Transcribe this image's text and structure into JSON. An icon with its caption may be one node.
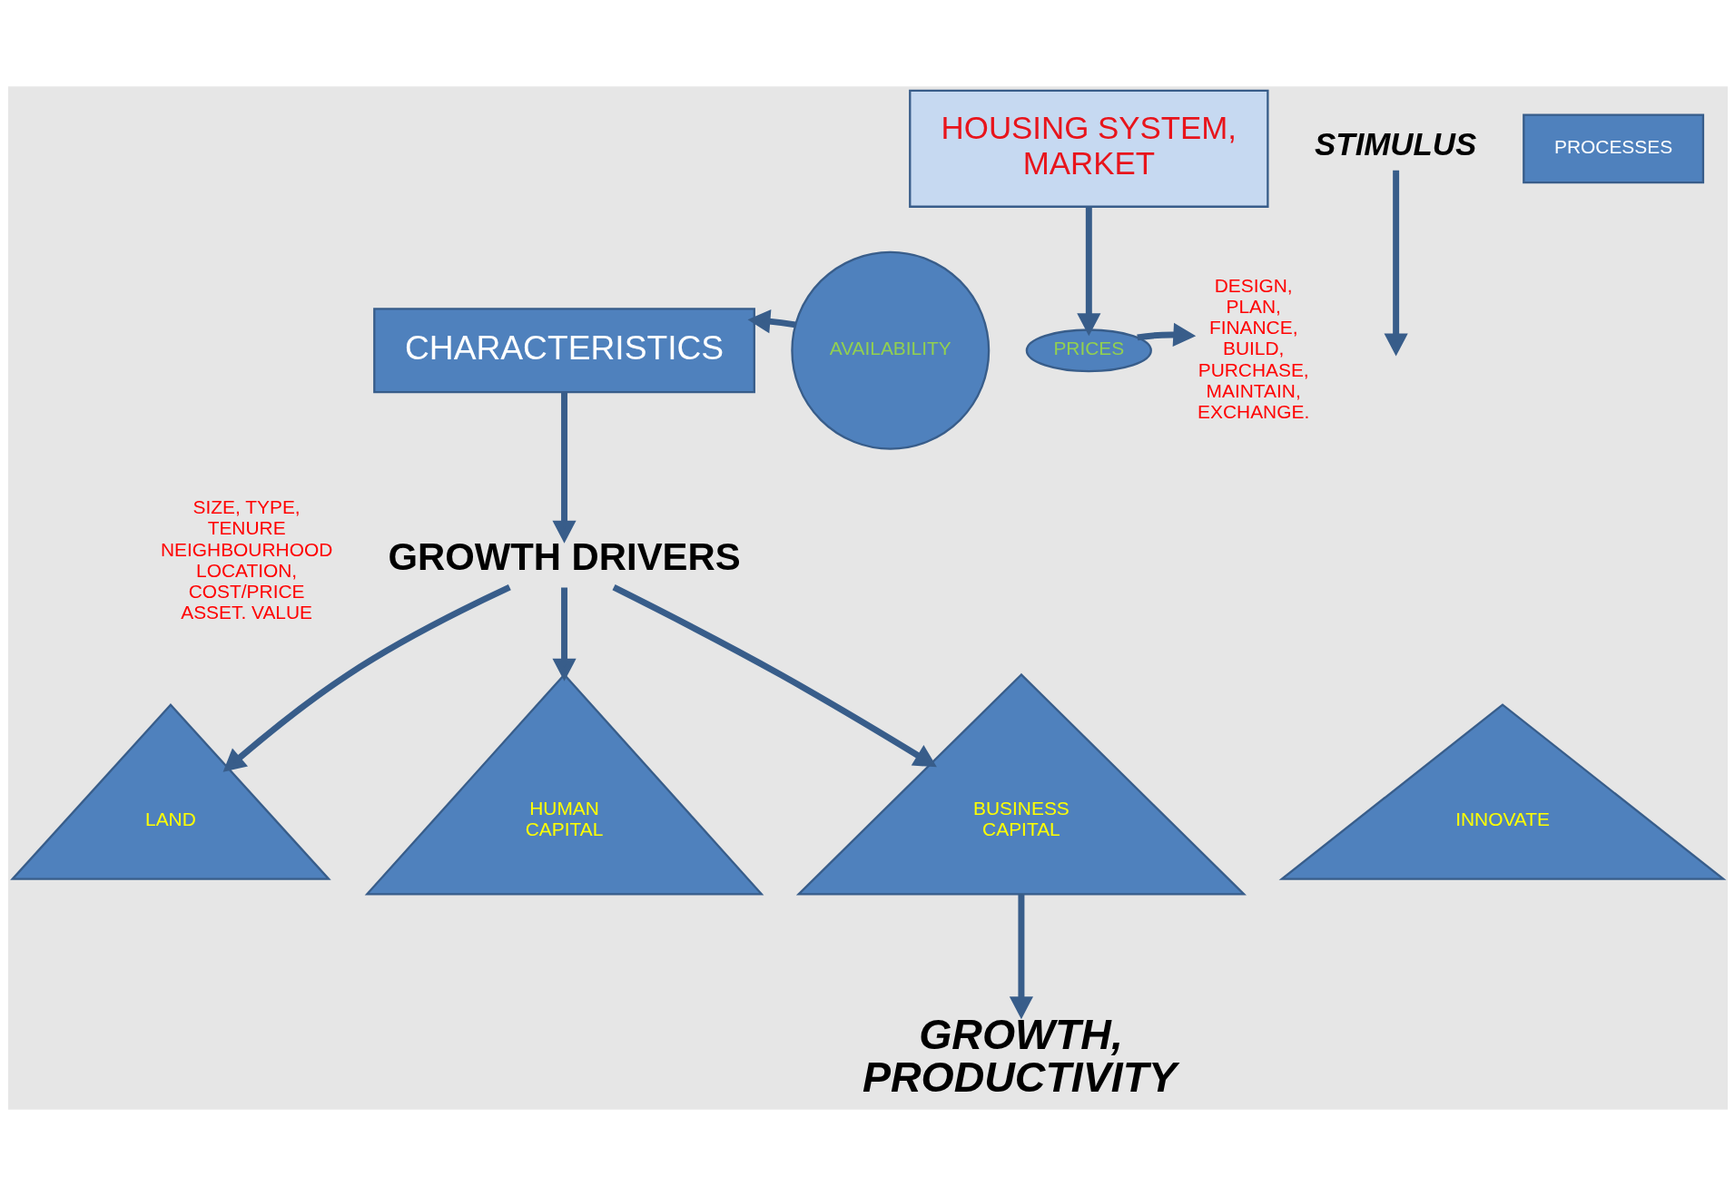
{
  "diagram": {
    "nodes": [
      {
        "text": [
          "HOUSING SYSTEM,  MARKET"
        ]
      },
      {
        "text": [
          "STIMULUS"
        ]
      },
      {
        "text": [
          "PROCESSES"
        ]
      },
      {
        "text": [
          "CHARACTERISTICS"
        ]
      },
      {
        "text": [
          "AVAILABILITY"
        ]
      },
      {
        "text": [
          "PRICES"
        ]
      },
      {
        "text": [
          "DESIGN, PLAN, FINANCE, BUILD, PURCHASE, MAINTAIN, EXCHANGE."
        ]
      },
      {
        "text": [
          "GROWTH DRIVERS"
        ]
      },
      {
        "text": [
          "LAND"
        ]
      },
      {
        "text": [
          "HUMAN CAPITAL"
        ]
      },
      {
        "text": [
          "BUSINESS CAPITAL"
        ]
      },
      {
        "text": [
          "INNOVATE"
        ]
      },
      {
        "text": [
          "GROWTH, PRODUCTIVITY"
        ]
      }
    ],
    "edges": [
      {
        "from": 0,
        "to": 5,
        "arrow": "to"
      },
      {
        "from": 1,
        "to": null,
        "arrow": "to"
      },
      {
        "from": 4,
        "to": 3,
        "arrow": "to"
      },
      {
        "from": 5,
        "to": 6,
        "arrow": "to"
      },
      {
        "from": 3,
        "to": 7,
        "arrow": "to"
      },
      {
        "from": 7,
        "to": 8,
        "arrow": "to"
      },
      {
        "from": 7,
        "to": 9,
        "arrow": "to"
      },
      {
        "from": 7,
        "to": 10,
        "arrow": "to"
      },
      {
        "from": 10,
        "to": 12,
        "arrow": "to"
      }
    ],
    "labels": [
      "SIZE, TYPE, TENURE NEIGHBOURHOOD LOCATION, COST/PRICE ASSET. VALUE"
    ]
  }
}
